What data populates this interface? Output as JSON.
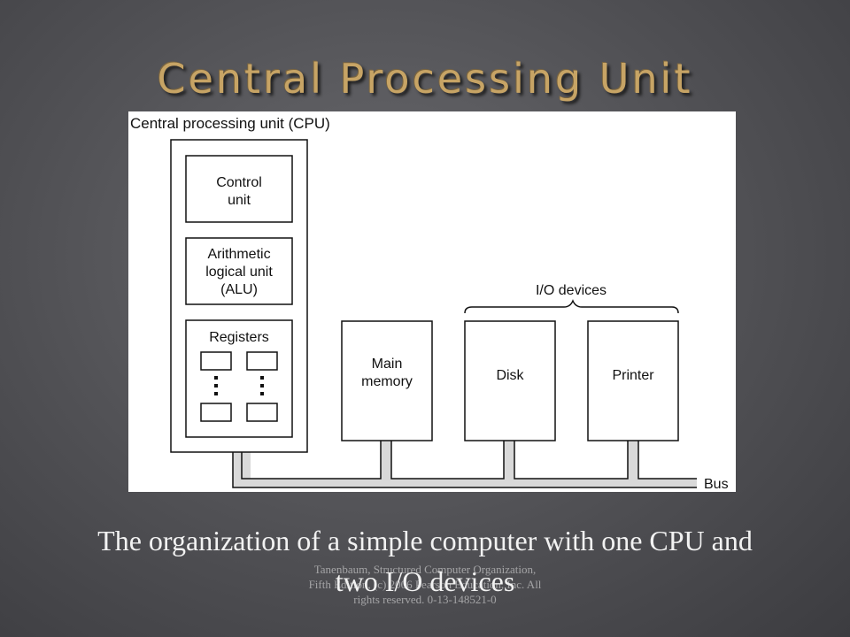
{
  "slide": {
    "title": "Central Processing Unit",
    "caption": "The organization of a simple computer with one CPU and two I/O devices",
    "credit": "Tanenbaum, Structured Computer Organization, Fifth Edition, (c) 2006 Pearson Education, Inc. All rights reserved. 0-13-148521-0"
  },
  "diagram": {
    "cpu_label": "Central processing unit (CPU)",
    "control_unit": [
      "Control",
      "unit"
    ],
    "alu": [
      "Arithmetic",
      "logical unit",
      "(ALU)"
    ],
    "registers_label": "Registers",
    "main_memory": [
      "Main",
      "memory"
    ],
    "io_label": "I/O devices",
    "disk_label": "Disk",
    "printer_label": "Printer",
    "bus_label": "Bus",
    "colors": {
      "bus_fill": "#d9d9d9",
      "stroke": "#111111"
    }
  }
}
